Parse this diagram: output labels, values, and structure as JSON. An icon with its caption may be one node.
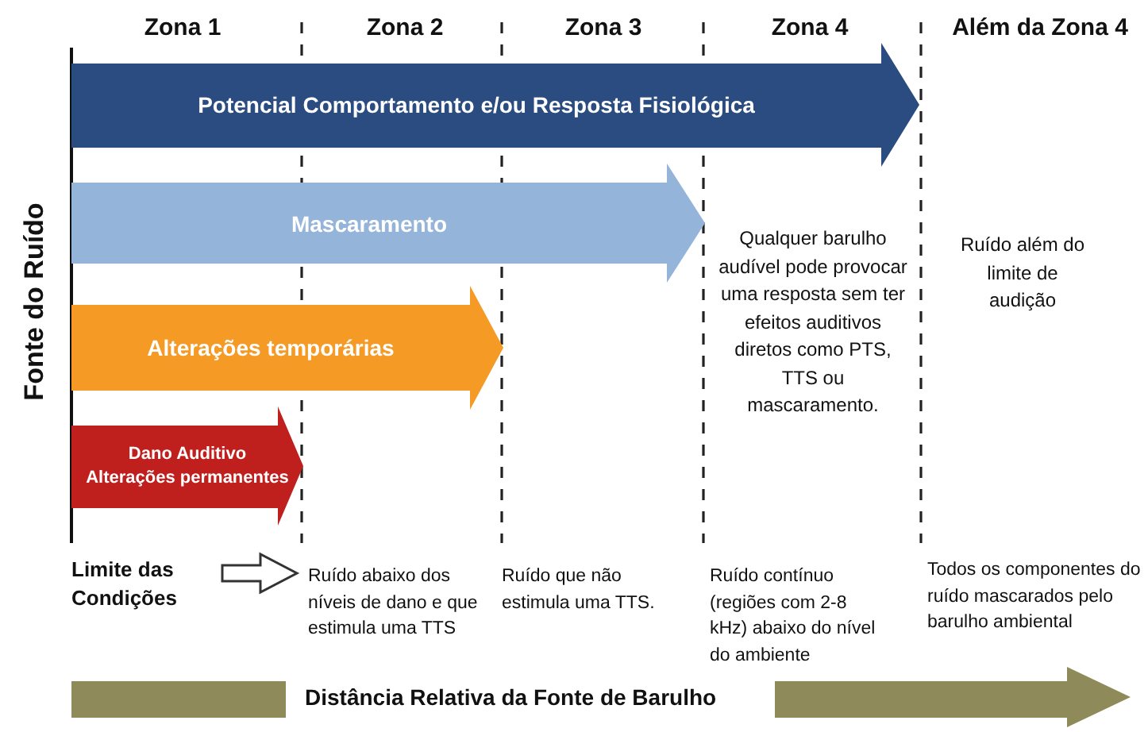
{
  "diagram": {
    "nodes": [
      {
        "text": [
          "Potencial Comportamento e/ou Resposta Fisiológica"
        ]
      },
      {
        "text": [
          "Mascaramento"
        ]
      },
      {
        "text": [
          "Alterações temporárias"
        ]
      },
      {
        "text": [
          "Dano Auditivo",
          "Alterações permanentes"
        ]
      }
    ],
    "labels": [
      "Zona 1",
      "Zona 2",
      "Zona 3",
      "Zona 4",
      "Além da Zona 4",
      "Fonte do Ruído",
      "Qualquer barulho audível pode provocar uma resposta sem ter efeitos auditivos diretos como PTS, TTS ou mascaramento.",
      "Ruído além do limite de audição",
      "Limite das Condições",
      "Ruído abaixo dos níveis de dano e que estimula uma TTS",
      "Ruído que não estimula uma TTS.",
      "Ruído contínuo (regiões com 2-8 kHz) abaixo do nível do ambiente",
      "Todos os componentes do ruído mascarados pelo barulho ambiental",
      "Distância Relativa da Fonte de Barulho"
    ]
  }
}
